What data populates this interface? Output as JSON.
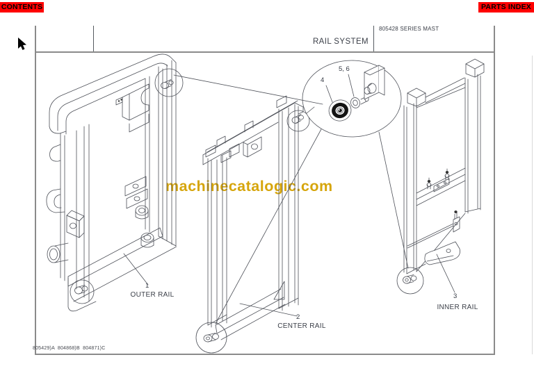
{
  "nav": {
    "contents_label": "CONTENTS",
    "parts_index_label": "PARTS INDEX"
  },
  "page": {
    "series_title": "805428 SERIES MAST",
    "title": "RAIL SYSTEM",
    "footer_code": "805429)A  804868)B  804871)C",
    "watermark": "machinecatalogic.com"
  },
  "diagram": {
    "labels": [
      {
        "number": "1",
        "name": "OUTER RAIL"
      },
      {
        "number": "2",
        "name": "CENTER RAIL"
      },
      {
        "number": "3",
        "name": "INNER RAIL"
      }
    ],
    "callouts": {
      "bearing": "4",
      "washers": "5, 6"
    },
    "icons": [
      "cursor-arrow-icon",
      "detail-balloon",
      "roller-circle"
    ]
  },
  "colors": {
    "accent_red": "#fe0000",
    "watermark_gold": "#d6a50b",
    "line": "#4d5058"
  }
}
